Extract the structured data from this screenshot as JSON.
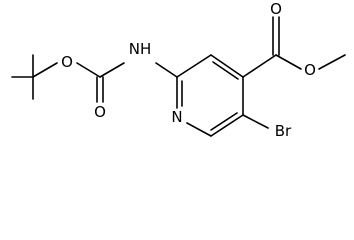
{
  "molecule": {
    "atoms": {
      "o_ether_boc": "O",
      "o_carbonyl_boc": "O",
      "n_amide": "NH",
      "n_ring": "N",
      "o_carbonyl_ester": "O",
      "o_ether_ester": "O",
      "br": "Br"
    },
    "line_color": "#000000",
    "background": "#ffffff"
  }
}
